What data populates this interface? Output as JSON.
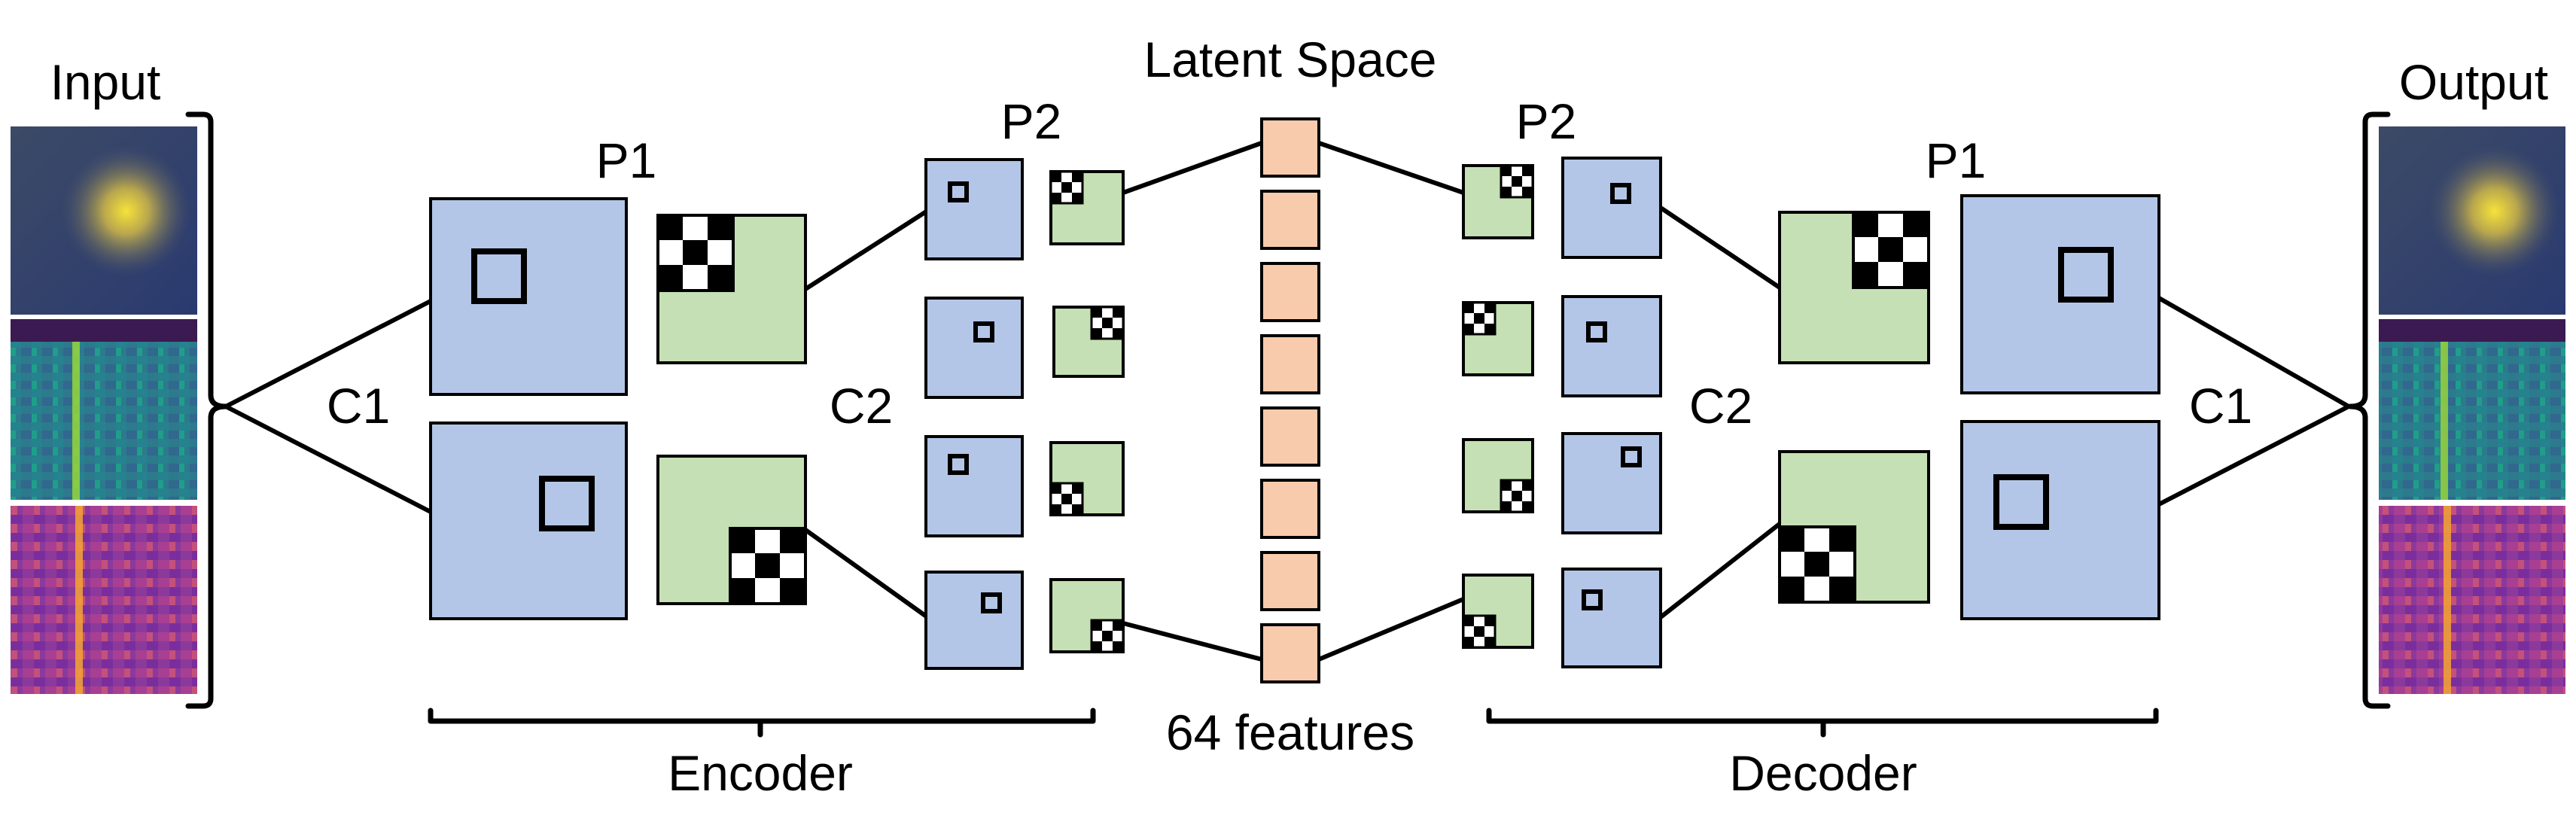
{
  "labels": {
    "input": "Input",
    "output": "Output",
    "latent_space": "Latent Space",
    "features": "64 features",
    "encoder": "Encoder",
    "decoder": "Decoder",
    "c1_left": "C1",
    "c2_left": "C2",
    "p1_left": "P1",
    "p2_left": "P2",
    "c1_right": "C1",
    "c2_right": "C2",
    "p1_right": "P1",
    "p2_right": "P2"
  },
  "colors": {
    "conv_map": "#b4c6e7",
    "pool_map": "#c5e0b4",
    "latent_unit": "#f8cbad"
  }
}
